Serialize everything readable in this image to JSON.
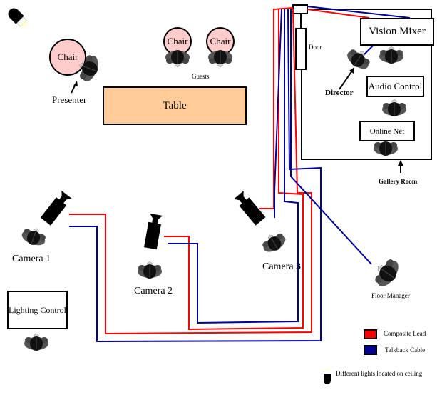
{
  "title": "Studio floor plan with camera and cable layout",
  "colors": {
    "composite": "#ff0000",
    "talkback": "#000099",
    "chair_fill": "#ffcccc",
    "table_fill": "#ffcc99"
  },
  "studio": {
    "table_label": "Table",
    "chair_label": "Chair",
    "presenter_label": "Presenter",
    "guests_label": "Guests",
    "cameras": [
      {
        "label": "Camera 1"
      },
      {
        "label": "Camera 2"
      },
      {
        "label": "Camera 3"
      }
    ],
    "lighting_control_label": "Lighting Control",
    "floor_manager_label": "Floor Manager"
  },
  "gallery": {
    "door_label": "Door",
    "vision_mixer_label": "Vision Mixer",
    "audio_control_label": "Audio Control",
    "online_net_label": "Online Net",
    "director_label": "Director",
    "gallery_room_label": "Gallery Room"
  },
  "legend": {
    "items": [
      {
        "label": "Composite Lead",
        "color": "#ff0000"
      },
      {
        "label": "Talkback Cable",
        "color": "#000099"
      }
    ],
    "light_note": "Different lights located on ceiling"
  },
  "icons": {
    "ceiling_light": "ceiling-light-icon",
    "camera": "camera-icon",
    "person": "person-icon"
  }
}
